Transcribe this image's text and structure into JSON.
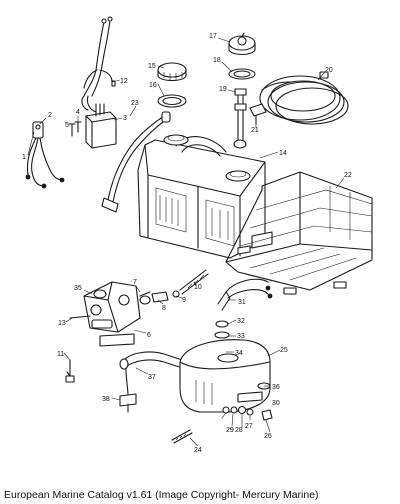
{
  "caption": "European Marine Catalog v1.61 (Image Copyright- Mercury Marine)",
  "callouts": [
    "1",
    "2",
    "3",
    "4",
    "5",
    "6",
    "7",
    "8",
    "9",
    "10",
    "11",
    "12",
    "13",
    "14",
    "15",
    "16",
    "17",
    "18",
    "19",
    "20",
    "21",
    "22",
    "23",
    "24",
    "25",
    "26",
    "27",
    "28",
    "29",
    "30",
    "31",
    "32",
    "33",
    "34",
    "35",
    "36",
    "37",
    "38"
  ]
}
